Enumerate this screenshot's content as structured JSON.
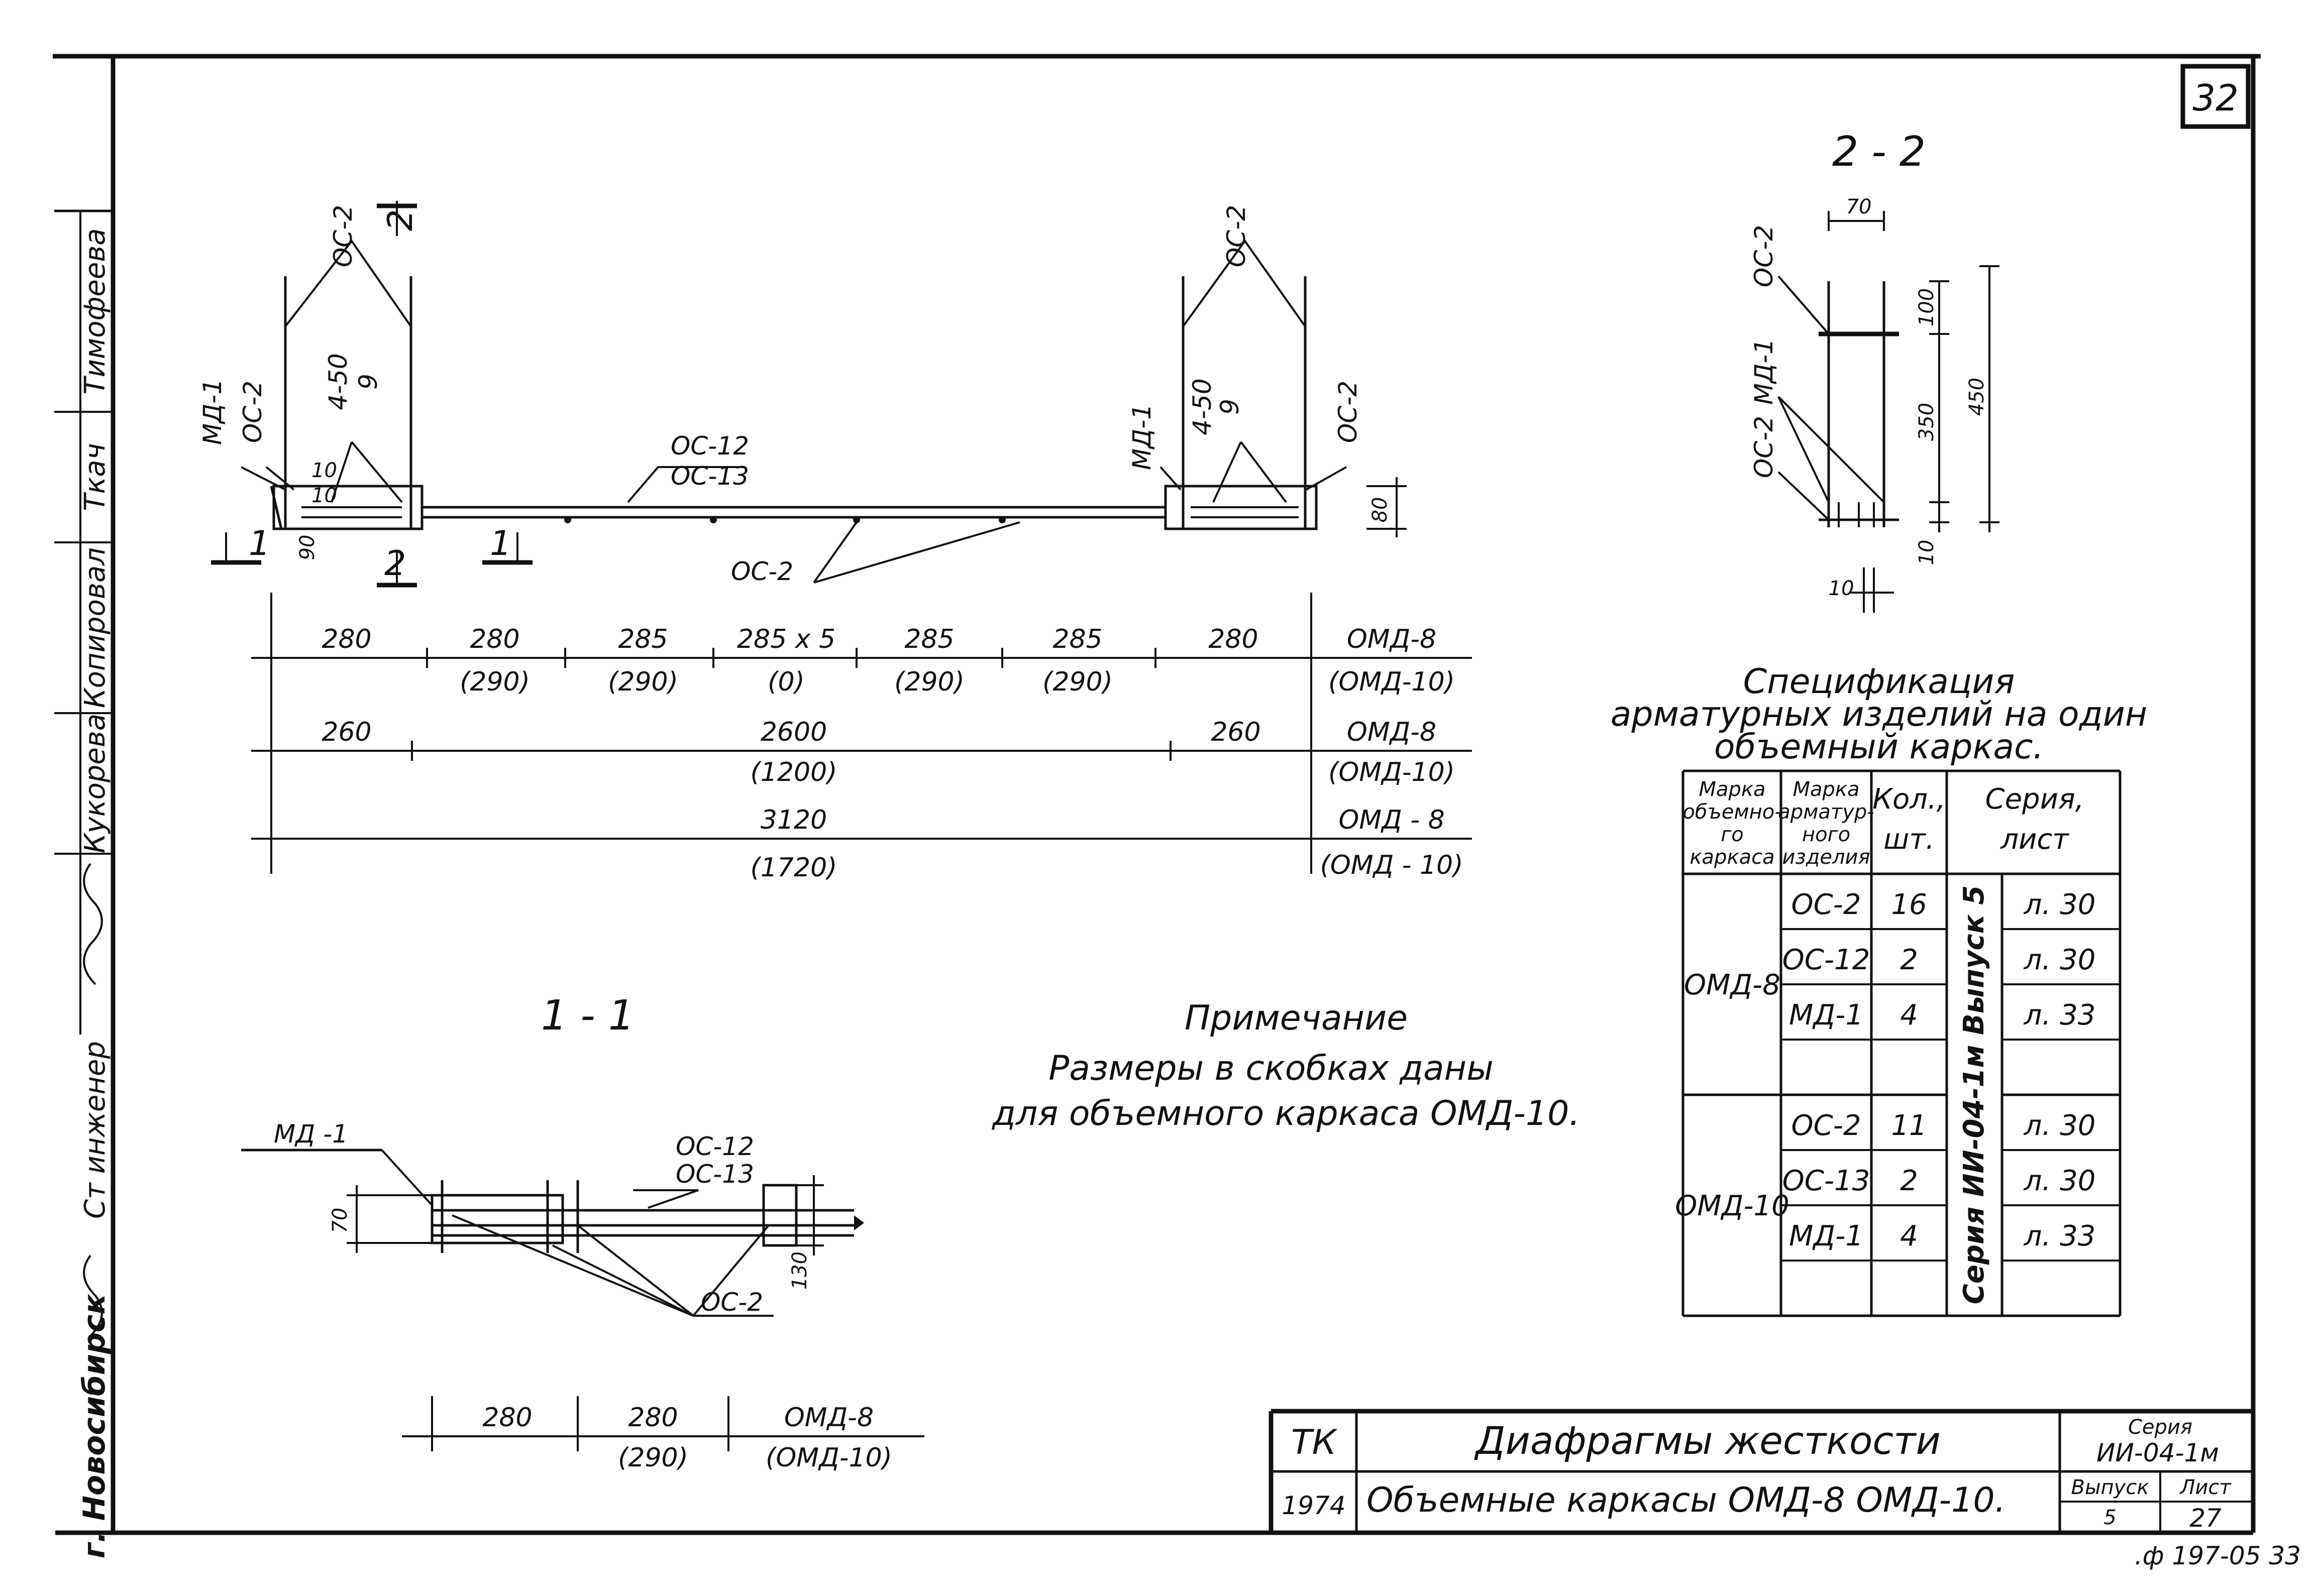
{
  "sheet": {
    "page_number": "32",
    "side_stamp": {
      "city": "г. Новосибирск",
      "lines": [
        "Тимофеева",
        "Ткач",
        "Копировал",
        "Кукорева"
      ],
      "sign_label": "Ст инженер"
    },
    "corner_code": ".ф 197-05 33"
  },
  "elevation": {
    "labels": {
      "os2_left": "ОС-2",
      "os2_right": "ОС-2",
      "md1_left": "МД-1",
      "os2_side_left": "ОС-2",
      "md1_right": "МД-1",
      "os2_side_right": "ОС-2",
      "spacing_left": "4-50",
      "spacing_left_sub": "9",
      "spacing_right": "4-50",
      "spacing_right_sub": "9",
      "os12": "ОС-12",
      "os13": "ОС-13",
      "os2_bottom": "ОС-2",
      "dim_10a": "10",
      "dim_10b": "10",
      "dim_90": "90",
      "dim_80": "80"
    },
    "section_marks": {
      "left": "1",
      "mid": "1",
      "s2_top": "2",
      "s2_bottom": "2"
    },
    "dim_row1": {
      "values": [
        "280",
        "280",
        "285",
        "285 x 5",
        "285",
        "285",
        "280"
      ],
      "alt": [
        "(290)",
        "(290)",
        "(0)",
        "(290)",
        "(290)"
      ],
      "tag": "ОМД-8",
      "tag_alt": "(ОМД-10)"
    },
    "dim_row2": {
      "left": "260",
      "mid": "2600",
      "mid_alt": "(1200)",
      "right": "260",
      "tag": "ОМД-8",
      "tag_alt": "(ОМД-10)"
    },
    "dim_row3": {
      "mid": "3120",
      "mid_alt": "(1720)",
      "tag": "ОМД - 8",
      "tag_alt": "(ОМД - 10)"
    }
  },
  "section_2_2": {
    "title": "2 - 2",
    "labels": {
      "os2_top": "ОС-2",
      "md1": "МД-1",
      "os2_low": "ОС-2"
    },
    "dims": {
      "w70": "70",
      "d100": "100",
      "d350": "350",
      "d450": "450",
      "d10": "10",
      "w10": "10"
    }
  },
  "section_1_1": {
    "title": "1 - 1",
    "labels": {
      "md1": "МД -1",
      "os12": "ОС-12",
      "os13": "ОС-13",
      "os2": "ОС-2"
    },
    "dims": {
      "h70": "70",
      "h130": "130"
    },
    "dim_row": {
      "values": [
        "280",
        "280"
      ],
      "alt": "(290)",
      "tag": "ОМД-8",
      "tag_alt": "(ОМД-10)"
    }
  },
  "note": {
    "title": "Примечание",
    "lines": [
      "Размеры в скобках даны",
      "для объемного каркаса ОМД-10."
    ]
  },
  "spec": {
    "title_lines": [
      "Спецификация",
      "арматурных изделий на один",
      "объемный каркас."
    ],
    "headers": {
      "c1": [
        "Марка",
        "объемно-",
        "го",
        "каркаса"
      ],
      "c2": [
        "Марка",
        "арматур-",
        "ного",
        "изделия"
      ],
      "c3": [
        "Кол.,",
        "шт."
      ],
      "c4": [
        "Серия,",
        "лист"
      ]
    },
    "series_text": "Серия ИИ-04-1м Выпуск 5",
    "groups": [
      {
        "frame": "ОМД-8",
        "rows": [
          {
            "item": "ОС-2",
            "qty": "16",
            "sheet": "л. 30"
          },
          {
            "item": "ОС-12",
            "qty": "2",
            "sheet": "л. 30"
          },
          {
            "item": "МД-1",
            "qty": "4",
            "sheet": "л. 33"
          }
        ]
      },
      {
        "frame": "ОМД-10",
        "rows": [
          {
            "item": "ОС-2",
            "qty": "11",
            "sheet": "л. 30"
          },
          {
            "item": "ОС-13",
            "qty": "2",
            "sheet": "л. 30"
          },
          {
            "item": "МД-1",
            "qty": "4",
            "sheet": "л. 33"
          }
        ]
      }
    ]
  },
  "title_block": {
    "org": "ТК",
    "year": "1974",
    "title": "Диафрагмы жесткости",
    "subtitle": "Объемные каркасы ОМД-8 ОМД-10.",
    "series_label": "Серия",
    "series_value": "ИИ-04-1м",
    "issue_label": "Выпуск",
    "issue_value": "5",
    "sheet_label": "Лист",
    "sheet_value": "27"
  }
}
